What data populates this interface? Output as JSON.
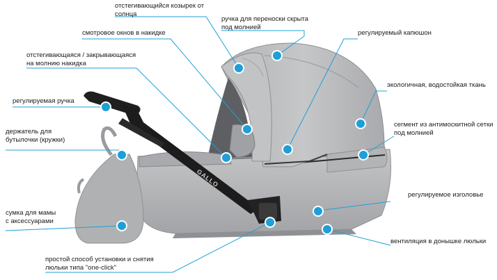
{
  "colors": {
    "accent": "#1f9fd8",
    "fabric": "#b7b8ba",
    "fabric_dark": "#8e8f92",
    "frame": "#1c1c1c"
  },
  "callouts": {
    "sun_visor": {
      "line1": "отстегивающийся козырек от",
      "line2": "солнца"
    },
    "handle_zip": {
      "line1": "ручка для переноски скрыта",
      "line2": "под молнией"
    },
    "window": {
      "line1": "смотровое окнов в накидке"
    },
    "hood": {
      "line1": "регулируемый капюшон"
    },
    "cover": {
      "line1": "отстегивающаяся / закрывающаяся",
      "line2": "на молнию накидка"
    },
    "fabric": {
      "line1": "экологичная, водостойкая ткань"
    },
    "handlebar": {
      "line1": "регулируемая ручка"
    },
    "mesh": {
      "line1": "сегмент из антимоскитной сетки",
      "line2": "под молнией"
    },
    "cup_holder": {
      "line1": "держатель для",
      "line2": "бутылочки (кружки)"
    },
    "headrest": {
      "line1": "регулируемое изголовье"
    },
    "bag": {
      "line1": "сумка для мамы",
      "line2": "с аксессуарами"
    },
    "ventilation": {
      "line1": "вентиляция в донышке люльки"
    },
    "one_click": {
      "line1": "простой способ установки и снятия",
      "line2": "люльки типа \"one-click\""
    }
  },
  "brand": {
    "frame_text": "GALLO"
  }
}
